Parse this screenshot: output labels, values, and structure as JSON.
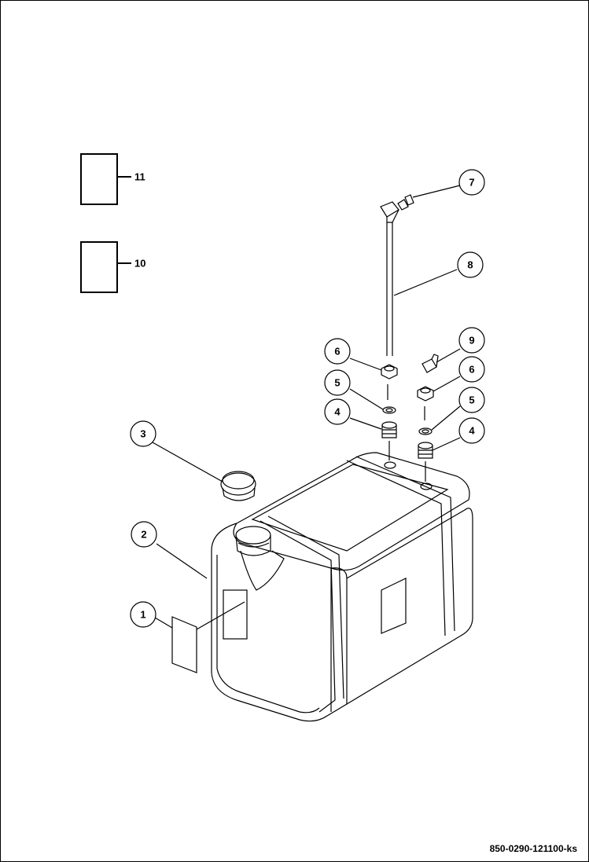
{
  "drawing_code": "850-0290-121100-ks",
  "callouts": {
    "c1": "1",
    "c2": "2",
    "c3": "3",
    "c4a": "4",
    "c4b": "4",
    "c5a": "5",
    "c5b": "5",
    "c6a": "6",
    "c6b": "6",
    "c7": "7",
    "c8": "8",
    "c9": "9"
  },
  "boxes": {
    "b11": "11",
    "b10": "10"
  }
}
